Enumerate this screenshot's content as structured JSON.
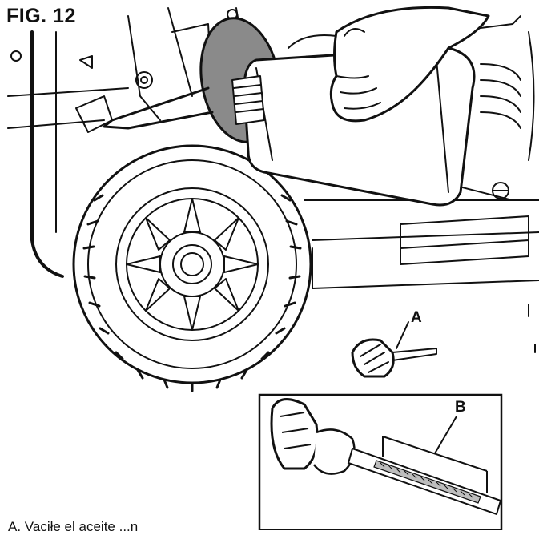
{
  "figure": {
    "title": "FIG. 12",
    "callouts": {
      "a": "A",
      "b": "B"
    },
    "caption": "A.   Vaciłe  el  aceite  ...n"
  },
  "colors": {
    "line": "#111111",
    "funnel_disc": "#8a8a8a",
    "background": "#ffffff"
  }
}
